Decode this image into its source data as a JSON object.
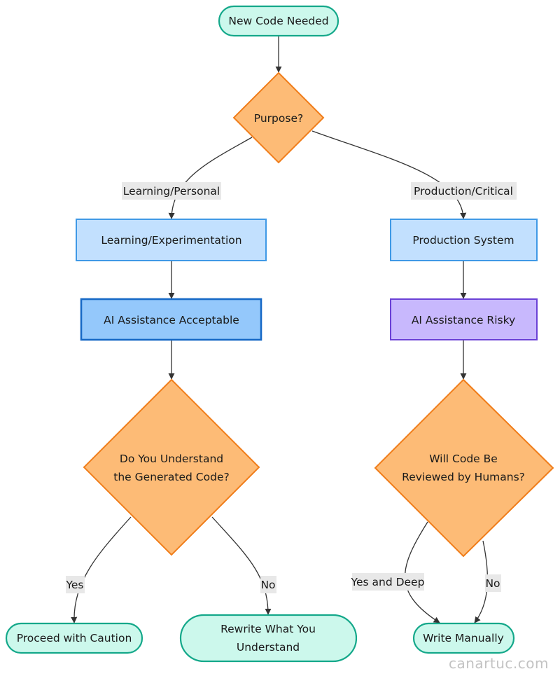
{
  "nodes": {
    "start": {
      "label": "New Code Needed",
      "fill": "#ccf8ec",
      "stroke": "#14a88a"
    },
    "purpose": {
      "label": "Purpose?",
      "fill": "#fdbb76",
      "stroke": "#f07d1a"
    },
    "learning": {
      "label": "Learning/Experimentation",
      "fill": "#c2e0fe",
      "stroke": "#3f99e6"
    },
    "production": {
      "label": "Production System",
      "fill": "#c2e0fe",
      "stroke": "#3f99e6"
    },
    "ai_acceptable": {
      "label": "AI Assistance Acceptable",
      "fill": "#94c8fb",
      "stroke": "#1769c6"
    },
    "ai_risky": {
      "label": "AI Assistance Risky",
      "fill": "#c8b8fd",
      "stroke": "#6b41d6"
    },
    "understand": {
      "line1": "Do You Understand",
      "line2": "the Generated Code?",
      "fill": "#fdbb76",
      "stroke": "#f07d1a"
    },
    "reviewed": {
      "line1": "Will Code Be",
      "line2": "Reviewed by Humans?",
      "fill": "#fdbb76",
      "stroke": "#f07d1a"
    },
    "proceed": {
      "label": "Proceed with Caution",
      "fill": "#ccf8ec",
      "stroke": "#14a88a"
    },
    "rewrite": {
      "line1": "Rewrite What You",
      "line2": "Understand",
      "fill": "#ccf8ec",
      "stroke": "#14a88a"
    },
    "write_manually": {
      "label": "Write Manually",
      "fill": "#ccf8ec",
      "stroke": "#14a88a"
    }
  },
  "edges": {
    "learning_personal": "Learning/Personal",
    "production_critical": "Production/Critical",
    "yes": "Yes",
    "no_left": "No",
    "yes_and_deep": "Yes and Deep",
    "no_right": "No"
  },
  "watermark": "canartuc.com"
}
